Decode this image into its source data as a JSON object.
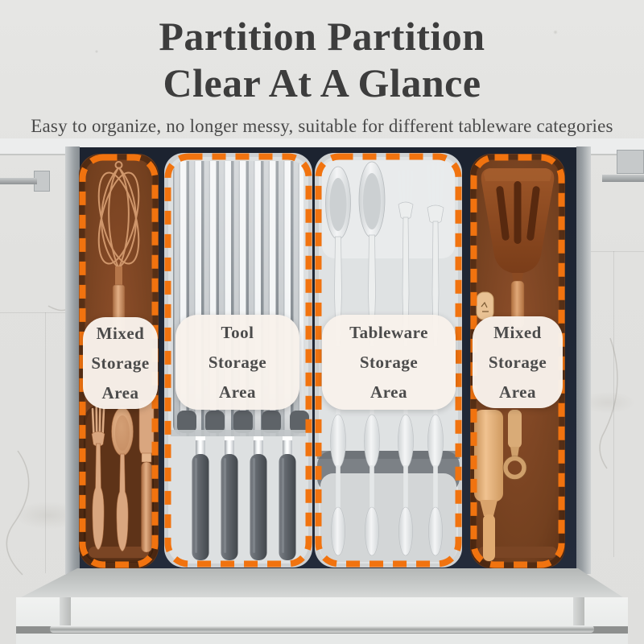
{
  "header": {
    "title_line1": "Partition Partition",
    "title_line2": "Clear At A Glance",
    "subtitle": "Easy to organize, no longer messy, suitable for different tableware categories"
  },
  "drawer": {
    "compartments": [
      {
        "name": "mixed-storage-left",
        "label_lines": [
          "Mixed",
          "Storage",
          "Area"
        ],
        "tray_color": "brown",
        "items": [
          "whisk",
          "fork",
          "spoon",
          "knife"
        ]
      },
      {
        "name": "tool-storage",
        "label_lines": [
          "Tool",
          "Storage",
          "Area"
        ],
        "tray_color": "white",
        "items": [
          "knife set"
        ]
      },
      {
        "name": "tableware-storage",
        "label_lines": [
          "Tableware",
          "Storage",
          "Area"
        ],
        "tray_color": "white",
        "items": [
          "spoons",
          "forks"
        ]
      },
      {
        "name": "mixed-storage-right",
        "label_lines": [
          "Mixed",
          "Storage",
          "Area"
        ],
        "tray_color": "brown",
        "items": [
          "slotted spatula",
          "rolling pin"
        ]
      }
    ]
  },
  "colors": {
    "accent_orange": "#f1730f",
    "title_text": "#3d3d3d",
    "subtitle_text": "#4a4a4a",
    "label_pill_bg": "#f8f2eb",
    "label_text": "#4b4b4b",
    "tray_brown": "#7d4425",
    "tray_white": "#dde0e1",
    "drawer_interior": "#1f2633",
    "copper": "#c98a5e",
    "background": "#e1e1df"
  }
}
